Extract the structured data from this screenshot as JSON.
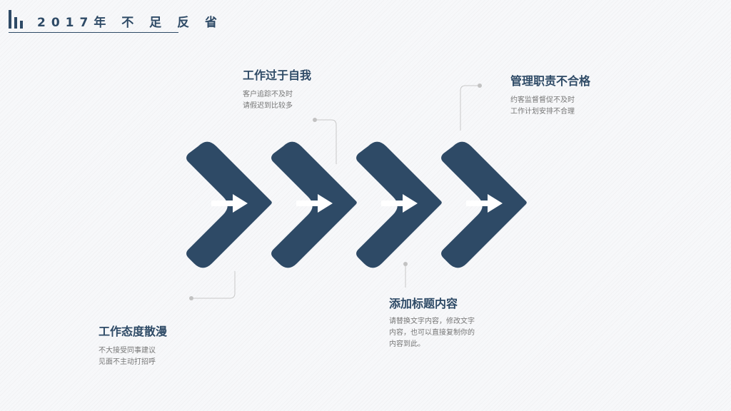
{
  "header": {
    "title": "2017年 不 足 反 省",
    "logo_icon": "bar-chart-icon"
  },
  "accent_color": "#2e4a66",
  "items": [
    {
      "title": "工作态度散漫",
      "lines": [
        "不大接受同事建议",
        "见面不主动打招呼"
      ]
    },
    {
      "title": "工作过于自我",
      "lines": [
        "客户追踪不及时",
        "请假迟到比较多"
      ]
    },
    {
      "title": "添加标题内容",
      "lines": [
        "请替换文字内容，修改文字",
        "内容，也可以直接复制你的",
        "内容到此。"
      ]
    },
    {
      "title": "管理职责不合格",
      "lines": [
        "约客监督督促不及时",
        "工作计划安排不合理"
      ]
    }
  ]
}
